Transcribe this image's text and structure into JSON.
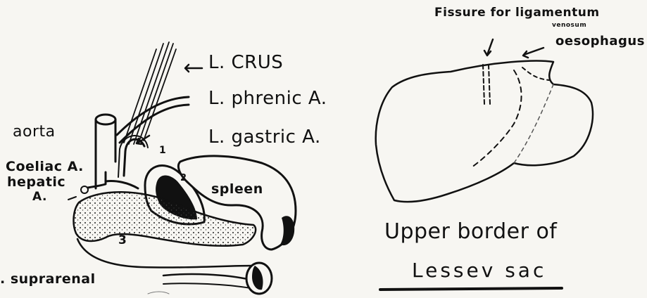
{
  "left_diagram": {
    "labels": {
      "crus": "L. CRUS",
      "phrenic": "L. phrenic A.",
      "gastric": "L. gastric A.",
      "aorta": "aorta",
      "coeliac": "Coeliac A.",
      "hepatic": "hepatic",
      "hepatic_abbr": "A.",
      "spleen": "spleen",
      "suprarenal": ". suprarenal",
      "num1": "1",
      "num2": "2",
      "num3": "3"
    }
  },
  "right_diagram": {
    "labels": {
      "fissure": "Fissure for ligamentum",
      "venosum": "venosum",
      "oesophagus": "oesophagus",
      "caption_line1": "Upper border of",
      "caption_line2": "Lessev sac"
    }
  }
}
